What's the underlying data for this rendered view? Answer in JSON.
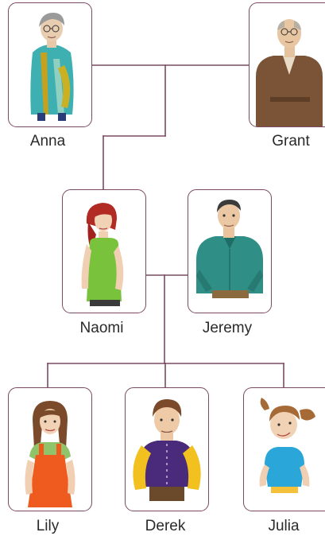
{
  "family": {
    "grandparents": {
      "left": {
        "name": "Anna",
        "icon": "grandmother-icon"
      },
      "right": {
        "name": "Grant",
        "icon": "grandfather-icon"
      }
    },
    "parents": {
      "left": {
        "name": "Naomi",
        "icon": "mother-icon"
      },
      "right": {
        "name": "Jeremy",
        "icon": "father-icon"
      }
    },
    "children": [
      {
        "name": "Lily",
        "icon": "girl-icon"
      },
      {
        "name": "Derek",
        "icon": "boy-icon"
      },
      {
        "name": "Julia",
        "icon": "little-girl-icon"
      }
    ]
  },
  "colors": {
    "connector": "#7a4a63",
    "card_border": "#7a4a63",
    "label": "#2a2a2a"
  }
}
